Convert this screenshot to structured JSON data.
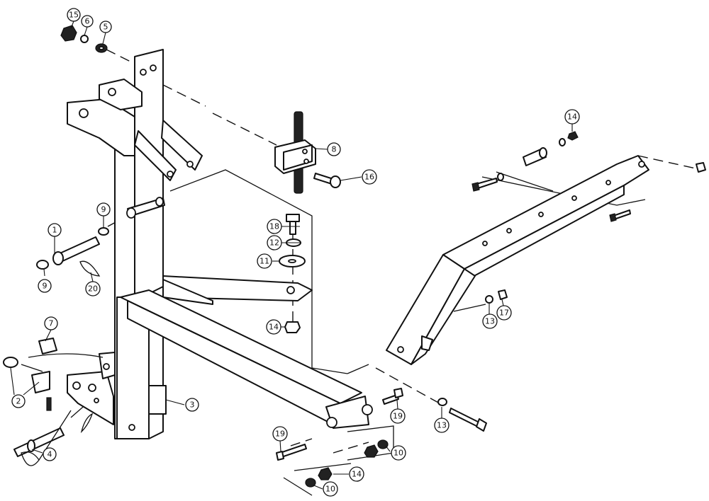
{
  "callouts": [
    {
      "id": "c15",
      "num": "15"
    },
    {
      "id": "c6",
      "num": "6"
    },
    {
      "id": "c5",
      "num": "5"
    },
    {
      "id": "c8",
      "num": "8"
    },
    {
      "id": "c16",
      "num": "16"
    },
    {
      "id": "c14a",
      "num": "14"
    },
    {
      "id": "c18",
      "num": "18"
    },
    {
      "id": "c12",
      "num": "12"
    },
    {
      "id": "c11",
      "num": "11"
    },
    {
      "id": "c14b",
      "num": "14"
    },
    {
      "id": "c1",
      "num": "1"
    },
    {
      "id": "c9a",
      "num": "9"
    },
    {
      "id": "c9b",
      "num": "9"
    },
    {
      "id": "c20",
      "num": "20"
    },
    {
      "id": "c7",
      "num": "7"
    },
    {
      "id": "c2",
      "num": "2"
    },
    {
      "id": "c3",
      "num": "3"
    },
    {
      "id": "c4",
      "num": "4"
    },
    {
      "id": "c13a",
      "num": "13"
    },
    {
      "id": "c17",
      "num": "17"
    },
    {
      "id": "c13b",
      "num": "13"
    },
    {
      "id": "c19a",
      "num": "19"
    },
    {
      "id": "c19b",
      "num": "19"
    },
    {
      "id": "c10a",
      "num": "10"
    },
    {
      "id": "c14c",
      "num": "14"
    },
    {
      "id": "c10b",
      "num": "10"
    }
  ]
}
